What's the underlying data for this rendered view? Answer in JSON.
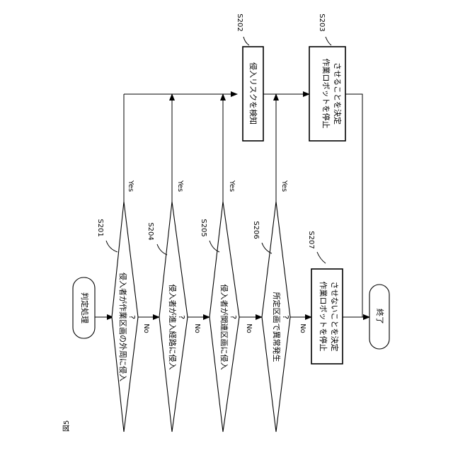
{
  "figure_label": "図5",
  "start": {
    "text": "判定処理"
  },
  "end": {
    "text": "終了"
  },
  "decisions": [
    {
      "step": "S201",
      "text": "侵入者が作業区画の外周に侵入",
      "q": "?",
      "yes": "Yes",
      "no": "No"
    },
    {
      "step": "S204",
      "text": "侵入者が進入経路に侵入",
      "q": "?",
      "yes": "Yes",
      "no": "No"
    },
    {
      "step": "S205",
      "text": "侵入者が関連区画に侵入",
      "q": "?",
      "yes": "Yes",
      "no": "No"
    },
    {
      "step": "S206",
      "text": "所定区画で異常発生",
      "q": "?",
      "yes": "Yes",
      "no": "No"
    }
  ],
  "processes": {
    "s202": {
      "step": "S202",
      "text": "侵入リスクを検知"
    },
    "s203": {
      "step": "S203",
      "lines": [
        "作業ロボットを停止",
        "させることを決定"
      ]
    },
    "s207": {
      "step": "S207",
      "lines": [
        "作業ロボットを停止",
        "させないことを決定"
      ]
    }
  }
}
